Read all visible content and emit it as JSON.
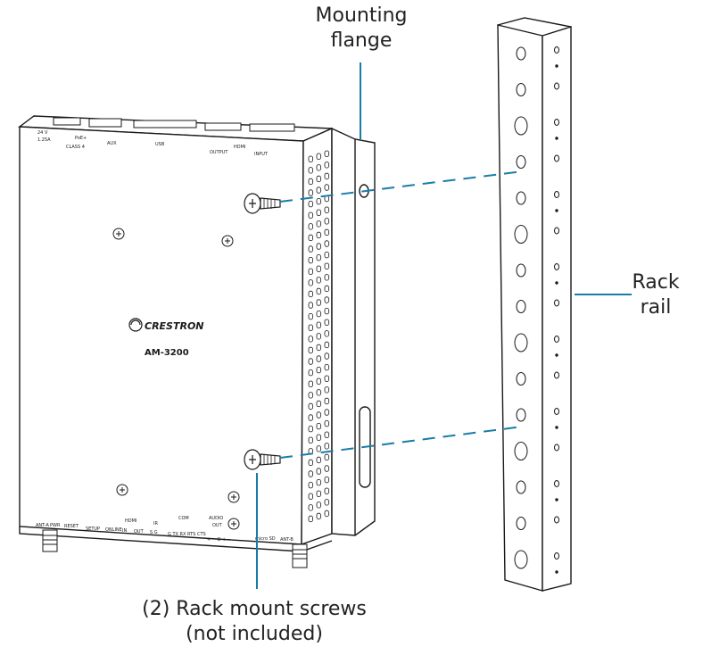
{
  "callouts": {
    "flange": [
      "Mounting",
      "flange"
    ],
    "rail": [
      "Rack",
      "rail"
    ],
    "screws": [
      "(2) Rack mount screws",
      "(not included)"
    ]
  },
  "device": {
    "brand": "CRESTRON",
    "model": "AM-3200",
    "top_labels": {
      "power": "24 V",
      "current": "1.25A",
      "poe": "PoE+",
      "class": "CLASS 4",
      "aux": "AUX",
      "usb": "USB",
      "hdmi": "HDMI",
      "output": "OUTPUT",
      "input": "INPUT"
    },
    "front_labels": {
      "ant_a": "ANT-A",
      "pwr": "PWR",
      "reset": "RESET",
      "setup": "SETUP",
      "online": "ONLINE",
      "hdmi": "HDMI",
      "in": "IN",
      "out": "OUT",
      "ir": "IR",
      "ir_pins": "S G",
      "com": "COM",
      "com_pins": "G TX RX RTS CTS",
      "audio": "AUDIO",
      "audio_out": "OUT",
      "audio_pins": "+ − G + −",
      "micro_sd": "micro SD",
      "ant_b": "ANT-B"
    }
  },
  "colors": {
    "line": "#1a1a1a",
    "leader": "#1a7ca6",
    "dash": "#1a7ca6",
    "paper": "#ffffff"
  }
}
